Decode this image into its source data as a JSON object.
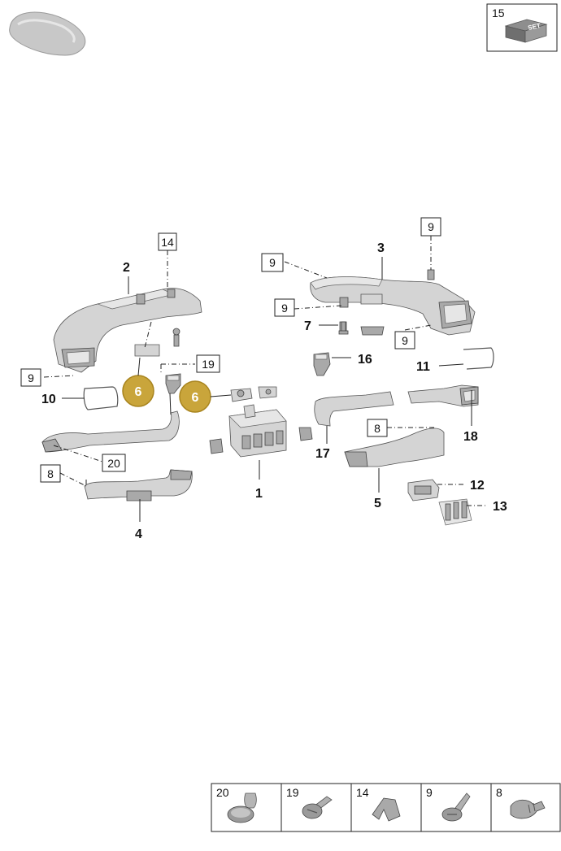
{
  "set_badge": {
    "number": "15",
    "label": "SET"
  },
  "callouts": {
    "p1": "1",
    "p2": "2",
    "p3": "3",
    "p4": "4",
    "p5": "5",
    "p7": "7",
    "p10": "10",
    "p11": "11",
    "p12": "12",
    "p13": "13",
    "p16": "16",
    "p17": "17",
    "p18": "18"
  },
  "boxed": {
    "b14": "14",
    "b9a": "9",
    "b9b": "9",
    "b9c": "9",
    "b9d": "9",
    "b9e": "9",
    "b19": "19",
    "b8a": "8",
    "b8b": "8",
    "b20": "20"
  },
  "highlights": {
    "h6a": "6",
    "h6b": "6"
  },
  "fastener_strip": [
    {
      "number": "20",
      "icon": "push-rivet-icon"
    },
    {
      "number": "19",
      "icon": "screw-icon"
    },
    {
      "number": "14",
      "icon": "clip-icon"
    },
    {
      "number": "9",
      "icon": "screw-icon"
    },
    {
      "number": "8",
      "icon": "expanding-clip-icon"
    }
  ],
  "colors": {
    "highlight": "#c9a53b",
    "highlight_stroke": "#a8841e",
    "part": "#d4d4d4"
  }
}
